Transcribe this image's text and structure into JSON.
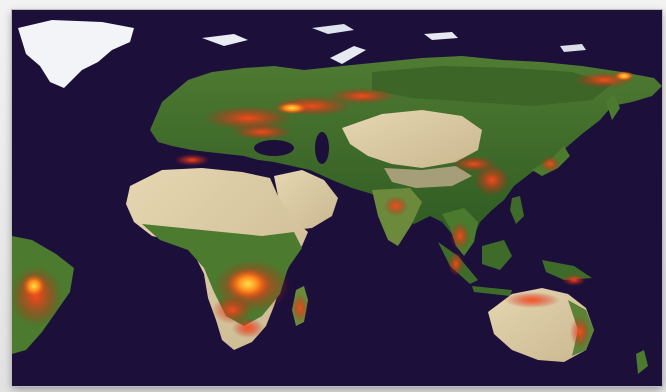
{
  "map": {
    "colors": {
      "ocean": "#1c0f3a",
      "vegetation": "#3f6b2a",
      "forest_dark": "#2f5422",
      "desert": "#d8c9a3",
      "ice": "#f2f4f7",
      "fire_red": "#e0381a",
      "fire_orange": "#ff7a1a",
      "fire_yellow": "#ffd23a"
    },
    "regions": [
      "greenland",
      "eurasia",
      "africa",
      "arabia",
      "south-america-east",
      "australia",
      "southeast-asia-islands",
      "japan",
      "madagascar"
    ]
  }
}
